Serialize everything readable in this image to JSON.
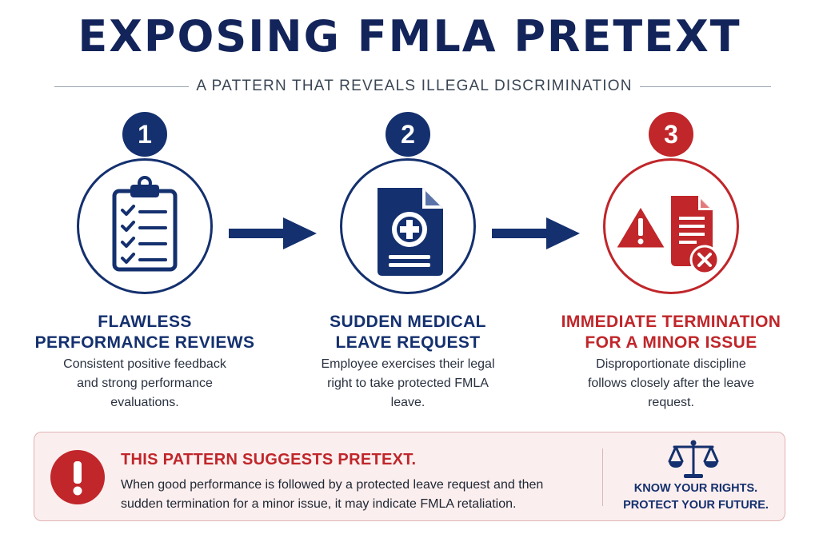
{
  "header": {
    "title": "EXPOSING FMLA PRETEXT",
    "subtitle": "A PATTERN THAT REVEALS ILLEGAL DISCRIMINATION"
  },
  "colors": {
    "navy": "#14306e",
    "red": "#c0262a",
    "alert_background": "#fbeeee"
  },
  "steps": [
    {
      "number": "1",
      "icon": "clipboard-checklist-icon",
      "title_lines": [
        "FLAWLESS",
        "PERFORMANCE REVIEWS"
      ],
      "description_lines": [
        "Consistent positive feedback",
        "and strong performance",
        "evaluations."
      ]
    },
    {
      "number": "2",
      "icon": "medical-document-icon",
      "title_lines": [
        "SUDDEN MEDICAL",
        "LEAVE REQUEST"
      ],
      "description_lines": [
        "Employee exercises their legal",
        "right to take protected FMLA",
        "leave."
      ]
    },
    {
      "number": "3",
      "icon": "warning-termination-document-icon",
      "title_lines": [
        "IMMEDIATE TERMINATION",
        "FOR A MINOR ISSUE"
      ],
      "description_lines": [
        "Disproportionate discipline",
        "follows closely after the leave",
        "request."
      ]
    }
  ],
  "alert": {
    "icon": "exclamation-circle-icon",
    "heading": "THIS PATTERN SUGGESTS PRETEXT.",
    "body_lines": [
      "When good performance is followed by a protected leave request and then",
      "sudden termination for a minor issue, it may indicate FMLA retaliation."
    ],
    "side_icon": "scales-of-justice-icon",
    "slogan_lines": [
      "KNOW YOUR RIGHTS.",
      "PROTECT YOUR FUTURE."
    ]
  }
}
